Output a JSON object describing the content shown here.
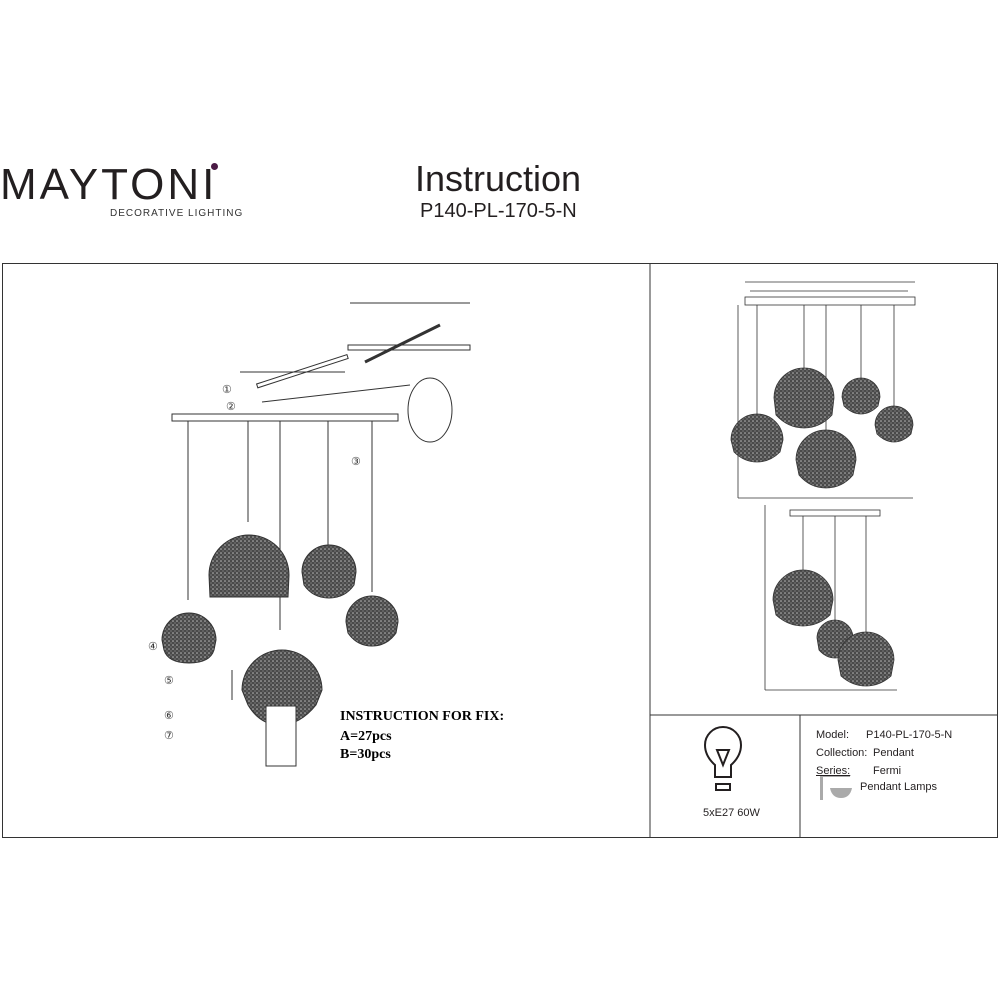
{
  "header": {
    "brand": "MAYTONI",
    "brand_tagline": "DECORATIVE LIGHTING",
    "title": "Instruction",
    "model": "P140-PL-170-5-N"
  },
  "assembly": {
    "steps": [
      "①",
      "②",
      "③",
      "④",
      "⑤",
      "⑥",
      "⑦"
    ],
    "fix_title": "INSTRUCTION FOR FIX:",
    "fix_a": "A=27pcs",
    "fix_b": "B=30pcs"
  },
  "bulb": {
    "icon": "light-bulb-icon",
    "spec": "5xE27 60W"
  },
  "specs": {
    "model_label": "Model:",
    "model_value": "P140-PL-170-5-N",
    "collection_label": "Collection:",
    "collection_value": "Pendant",
    "series_label": "Series:",
    "series_value": "Fermi",
    "type_icon": "pendant-lamp-icon",
    "type_value": "Pendant Lamps"
  },
  "colors": {
    "brand_accent": "#4a1a45",
    "line": "#231f20"
  }
}
